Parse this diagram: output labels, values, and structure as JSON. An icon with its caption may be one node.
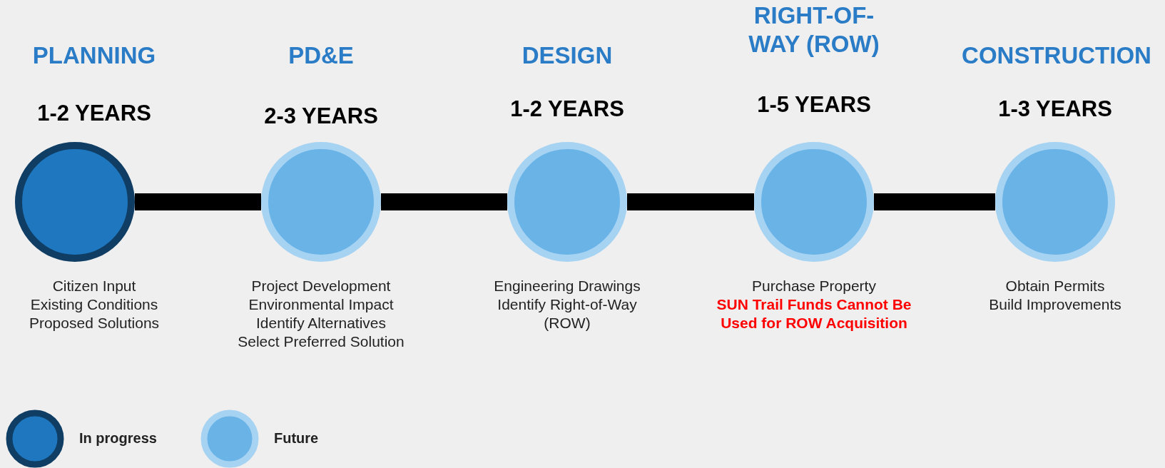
{
  "diagram": {
    "nodes": [
      {
        "text": [],
        "shape": "circle",
        "beside": [
          "PLANNING",
          "1-2 YEARS",
          "Citizen Input",
          "Existing Conditions",
          "Proposed Solutions"
        ]
      },
      {
        "text": [],
        "shape": "circle",
        "beside": [
          "PD&E",
          "2-3 YEARS",
          "Project Development",
          "Environmental Impact",
          "Identify Alternatives",
          "Select Preferred Solution"
        ]
      },
      {
        "text": [],
        "shape": "circle",
        "beside": [
          "DESIGN",
          "1-2 YEARS",
          "Engineering Drawings",
          "Identify Right-of-Way (ROW)"
        ]
      },
      {
        "text": [],
        "shape": "circle",
        "beside": [
          "RIGHT-OF-WAY (ROW)",
          "1-5 YEARS",
          "Purchase Property",
          "SUN Trail Funds Cannot Be Used for ROW Acquisition"
        ]
      },
      {
        "text": [],
        "shape": "circle",
        "beside": [
          "CONSTRUCTION",
          "1-3 YEARS",
          "Obtain Permits",
          "Build Improvements"
        ]
      }
    ],
    "edges": [
      {
        "from": 0,
        "to": 1,
        "arrow": "none"
      },
      {
        "from": 1,
        "to": 2,
        "arrow": "none"
      },
      {
        "from": 2,
        "to": 3,
        "arrow": "none"
      },
      {
        "from": 3,
        "to": 4,
        "arrow": "none"
      }
    ],
    "legend": [
      {
        "text": "In progress",
        "color": "#1f78bf"
      },
      {
        "text": "Future",
        "color": "#69b3e7"
      }
    ]
  }
}
